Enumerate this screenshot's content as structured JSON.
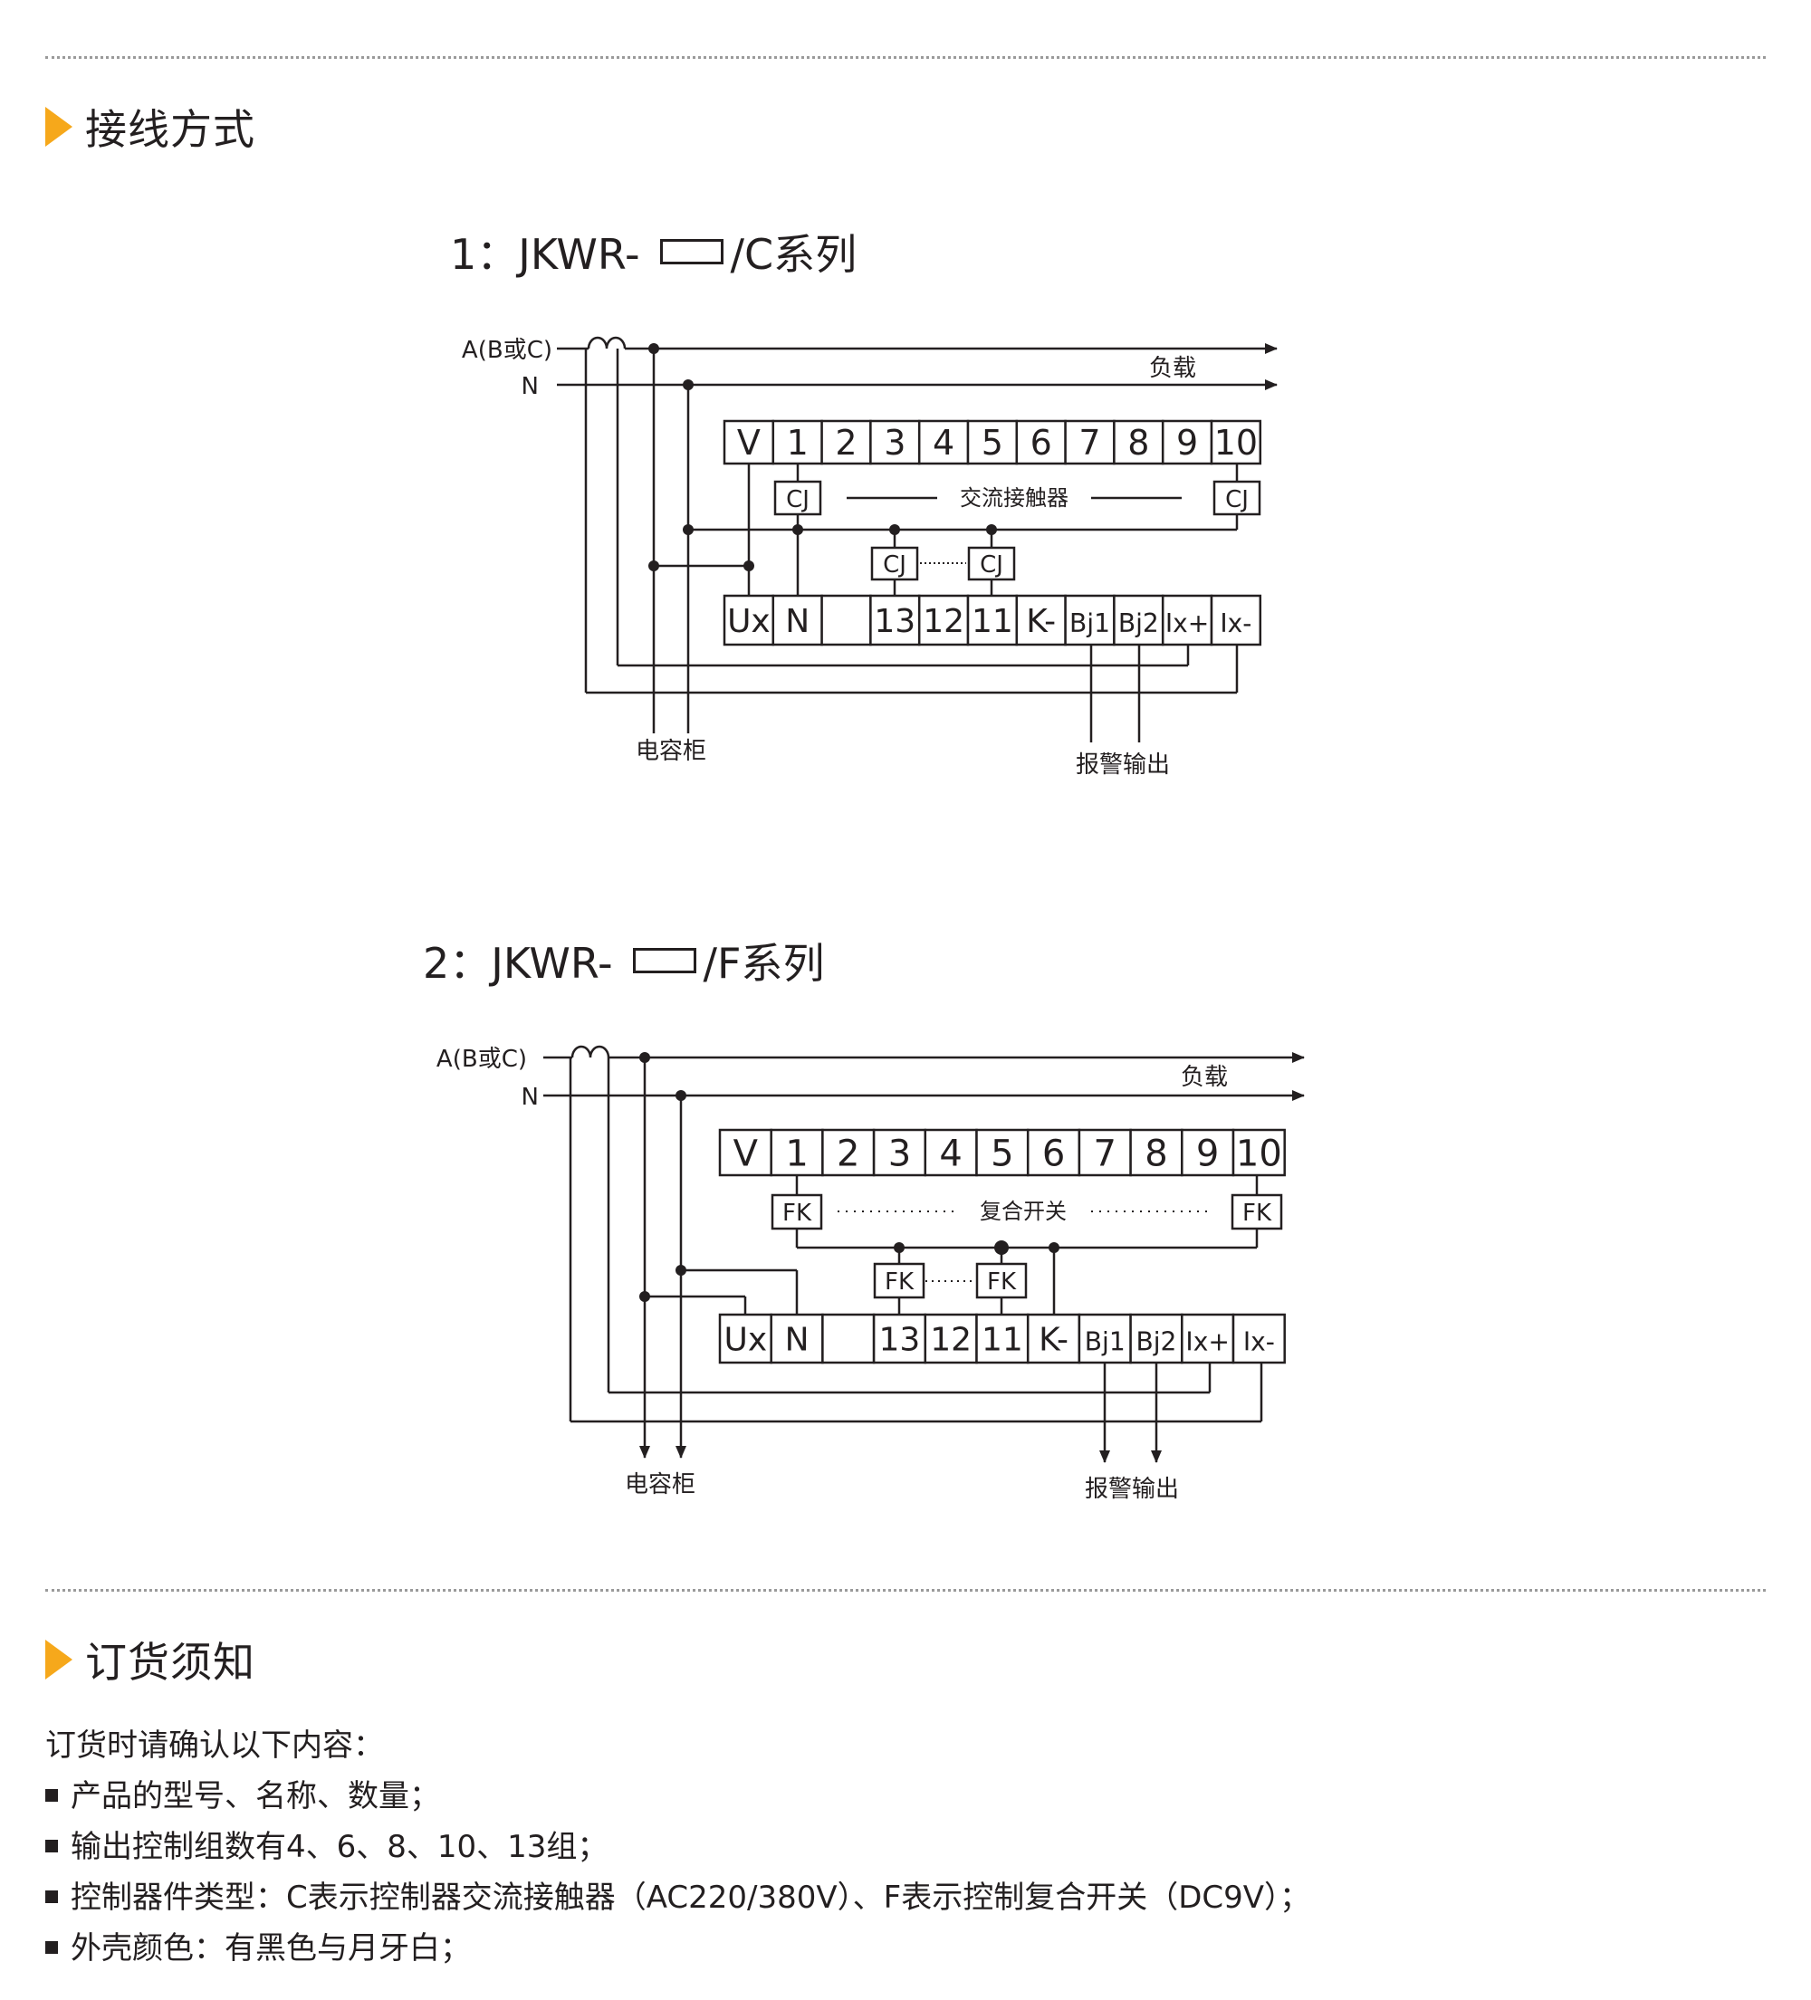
{
  "section1": {
    "title": "接线方式"
  },
  "diagram1": {
    "title_prefix": "1：JKWR-",
    "title_suffix": "/C系列",
    "line_a": "A(B或C)",
    "line_n": "N",
    "load": "负载",
    "top_terminals": [
      "V",
      "1",
      "2",
      "3",
      "4",
      "5",
      "6",
      "7",
      "8",
      "9",
      "10"
    ],
    "bottom_terminals": [
      "Ux",
      "N",
      "",
      "13",
      "12",
      "11",
      "K-",
      "Bj1",
      "Bj2",
      "Ix+",
      "Ix-"
    ],
    "device_label": "CJ",
    "device_desc": "交流接触器",
    "cabinet": "电容柜",
    "alarm": "报警输出"
  },
  "diagram2": {
    "title_prefix": "2：JKWR-",
    "title_suffix": "/F系列",
    "line_a": "A(B或C)",
    "line_n": "N",
    "load": "负载",
    "top_terminals": [
      "V",
      "1",
      "2",
      "3",
      "4",
      "5",
      "6",
      "7",
      "8",
      "9",
      "10"
    ],
    "bottom_terminals": [
      "Ux",
      "N",
      "",
      "13",
      "12",
      "11",
      "K-",
      "Bj1",
      "Bj2",
      "Ix+",
      "Ix-"
    ],
    "device_label": "FK",
    "device_desc": "复合开关",
    "cabinet": "电容柜",
    "alarm": "报警输出"
  },
  "section2": {
    "title": "订货须知"
  },
  "notes": {
    "intro": "订货时请确认以下内容：",
    "items": [
      "产品的型号、名称、数量；",
      "输出控制组数有4、6、8、10、13组；",
      "控制器件类型：C表示控制器交流接触器（AC220/380V）、F表示控制复合开关（DC9V）；",
      "外壳颜色：有黑色与月牙白；"
    ]
  }
}
